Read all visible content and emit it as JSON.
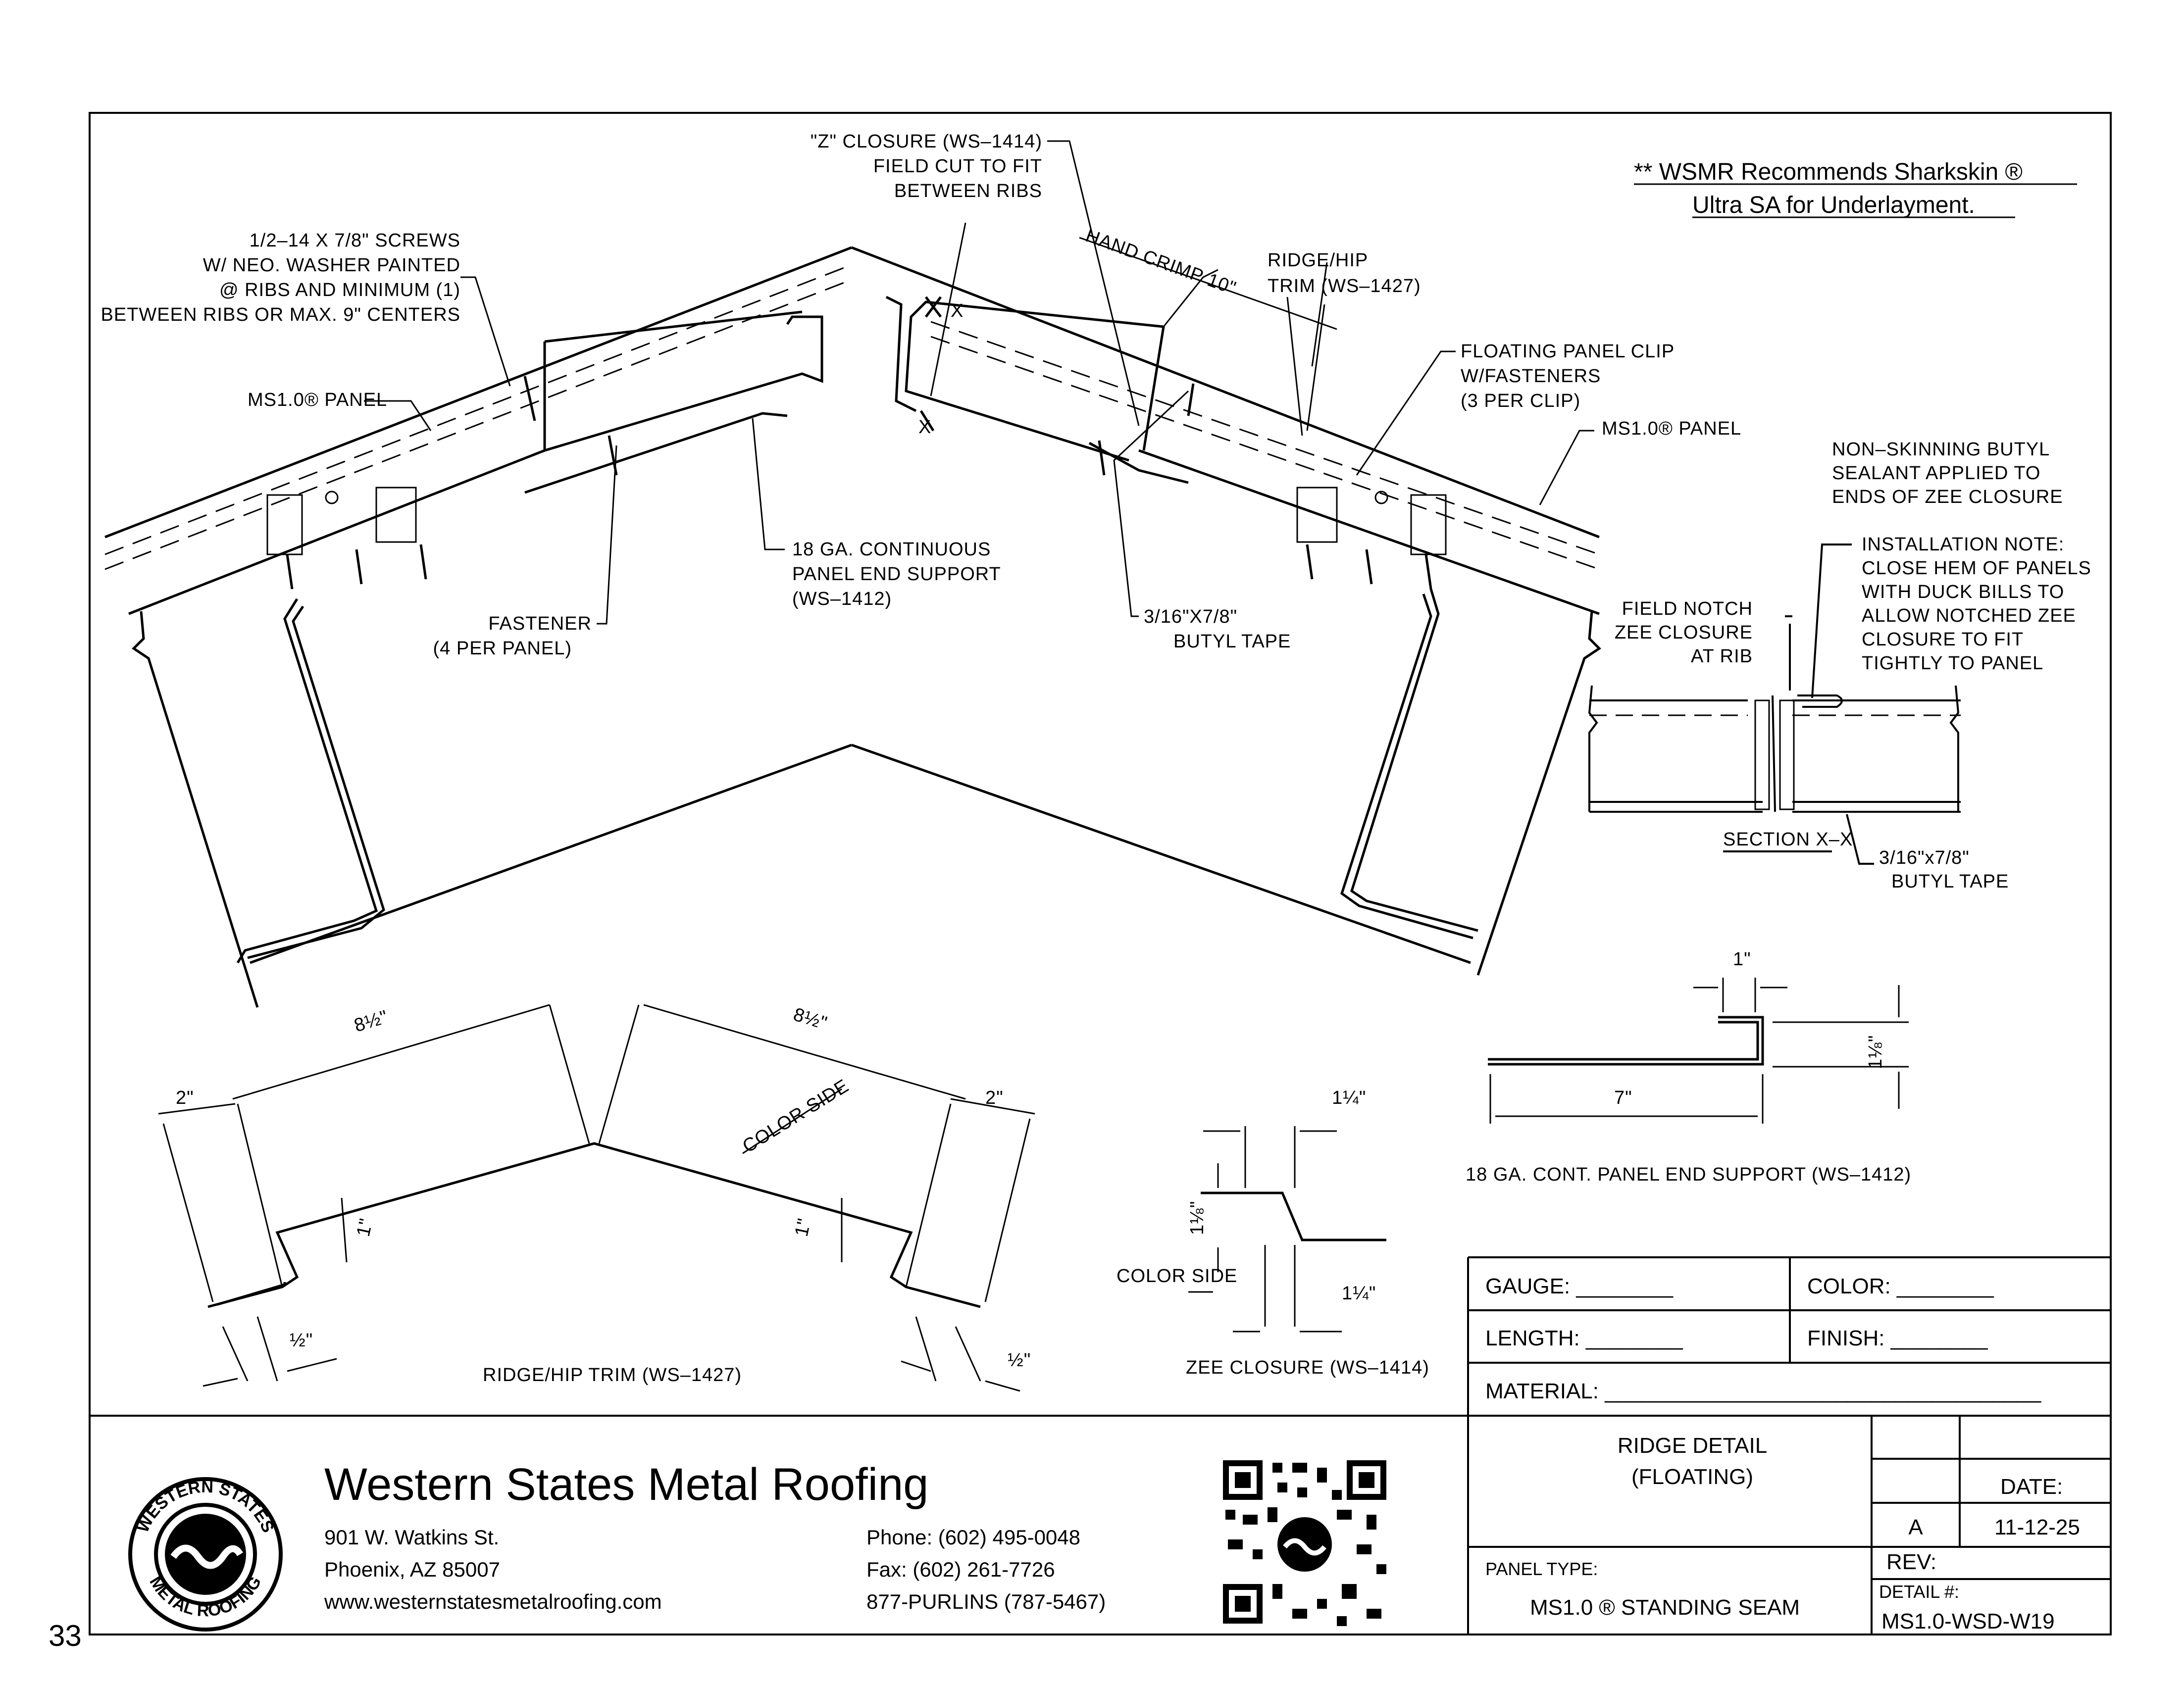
{
  "page_number": "33",
  "note": {
    "line1": "** WSMR Recommends Sharkskin ®",
    "line2": "Ultra SA for Underlayment."
  },
  "callouts": {
    "screws": [
      "1/2–14 X 7/8\" SCREWS",
      "W/ NEO. WASHER PAINTED",
      "@ RIBS AND MINIMUM (1)",
      "BETWEEN RIBS OR MAX. 9\" CENTERS"
    ],
    "panel_left": "MS1.0® PANEL",
    "panel_right": "MS1.0® PANEL",
    "z_closure": [
      "\"Z\" CLOSURE (WS–1414)",
      "FIELD CUT TO FIT",
      "BETWEEN RIBS"
    ],
    "hand_crimp": "HAND CRIMP 10\"",
    "ridge_trim": [
      "RIDGE/HIP",
      "TRIM (WS–1427)"
    ],
    "floating_clip": [
      "FLOATING PANEL CLIP",
      "W/FASTENERS",
      "(3 PER CLIP)"
    ],
    "end_support": [
      "18 GA. CONTINUOUS",
      "PANEL END SUPPORT",
      "(WS–1412)"
    ],
    "fastener": [
      "FASTENER",
      "(4 PER PANEL)"
    ],
    "butyl_tape": [
      "3/16\"X7/8\"",
      "BUTYL TAPE"
    ],
    "non_skinning": [
      "NON–SKINNING BUTYL",
      "SEALANT APPLIED TO",
      "ENDS OF ZEE CLOSURE"
    ],
    "install_note": [
      "INSTALLATION NOTE:",
      "CLOSE HEM OF PANELS",
      "WITH DUCK BILLS TO",
      "ALLOW NOTCHED ZEE",
      "CLOSURE TO FIT",
      "TIGHTLY TO PANEL"
    ],
    "field_notch": [
      "FIELD NOTCH",
      "ZEE CLOSURE",
      "AT RIB"
    ],
    "section": "SECTION X–X",
    "section_tape": [
      "3/16\"x7/8\"",
      "BUTYL TAPE"
    ],
    "x_mark": "X"
  },
  "trim_detail": {
    "dim_top_left": "8½\"",
    "dim_top_right": "8½\"",
    "dim_2_left": "2\"",
    "dim_2_right": "2\"",
    "dim_1_left": "1\"",
    "dim_1_right": "1\"",
    "dim_half_left": "½\"",
    "dim_half_right": "½\"",
    "color_side": "COLOR SIDE",
    "caption": "RIDGE/HIP TRIM (WS–1427)"
  },
  "zee_detail": {
    "dim_top": "1¼\"",
    "dim_bottom": "1¼\"",
    "dim_height": "1⅛\"",
    "color_side": "COLOR SIDE",
    "caption": "ZEE CLOSURE (WS–1414)"
  },
  "support_detail": {
    "dim_1": "1\"",
    "dim_7": "7\"",
    "dim_height": "1⅛\"",
    "caption": "18 GA. CONT. PANEL END SUPPORT (WS–1412)"
  },
  "fields": {
    "gauge": "GAUGE: ________",
    "color": "COLOR: ________",
    "length": "LENGTH: ________",
    "finish": "FINISH: ________",
    "material": "MATERIAL: ____________________________________"
  },
  "company": {
    "name": "Western States Metal Roofing",
    "street": "901 W. Watkins St.",
    "city": "Phoenix, AZ 85007",
    "web": "www.westernstatesmetalroofing.com",
    "phone": "Phone: (602) 495-0048",
    "fax": "Fax: (602) 261-7726",
    "purlins": "877-PURLINS (787-5467)",
    "logo_top": "WESTERN STATES",
    "logo_bottom": "METAL ROOFING"
  },
  "title_block": {
    "title_line1": "RIDGE DETAIL",
    "title_line2": "(FLOATING)",
    "panel_type_label": "PANEL TYPE:",
    "panel_type": "MS1.0 ® STANDING SEAM",
    "date_label": "DATE:",
    "rev_letter": "A",
    "date": "11-12-25",
    "rev_label": "REV:",
    "detail_label": "DETAIL #:",
    "detail_number": "MS1.0-WSD-W19"
  }
}
